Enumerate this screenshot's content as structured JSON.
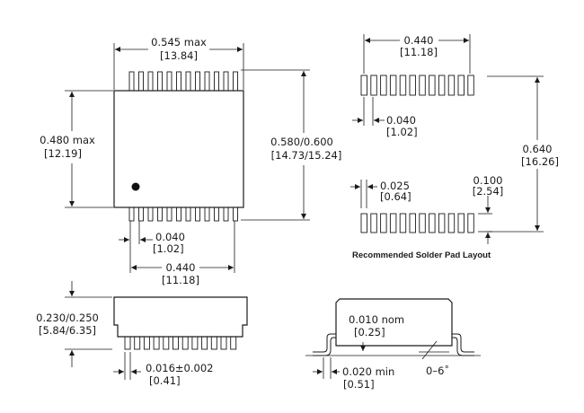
{
  "top_view": {
    "body_width": {
      "inch": "0.545  max",
      "mm": "[13.84]"
    },
    "body_height": {
      "inch": "0.480  max",
      "mm": "[12.19]"
    },
    "overall_height": {
      "inch": "0.580/0.600",
      "mm": "[14.73/15.24]"
    },
    "pin_pitch": {
      "inch": "0.040",
      "mm": "[1.02]"
    },
    "pin_span": {
      "inch": "0.440",
      "mm": "[11.18]"
    },
    "pins_per_side": 12
  },
  "pad_layout": {
    "caption": "Recommended Solder Pad Layout",
    "pad_span": {
      "inch": "0.440",
      "mm": "[11.18]"
    },
    "pad_pitch": {
      "inch": "0.040",
      "mm": "[1.02]"
    },
    "row_spacing": {
      "inch": "0.640",
      "mm": "[16.26]"
    },
    "pad_width": {
      "inch": "0.025",
      "mm": "[0.64]"
    },
    "pad_length": {
      "inch": "0.100",
      "mm": "[2.54]"
    },
    "pads_per_row": 12
  },
  "side_view": {
    "height": {
      "inch": "0.230/0.250",
      "mm": "[5.84/6.35]"
    },
    "lead_width": {
      "inch": "0.016±0.002",
      "mm": "[0.41]"
    },
    "pins": 12
  },
  "end_view": {
    "lead_thickness": {
      "inch": "0.010  nom",
      "mm": "[0.25]"
    },
    "foot_length": {
      "inch": "0.020  min",
      "mm": "[0.51]"
    },
    "foot_angle": "0–6˚"
  }
}
